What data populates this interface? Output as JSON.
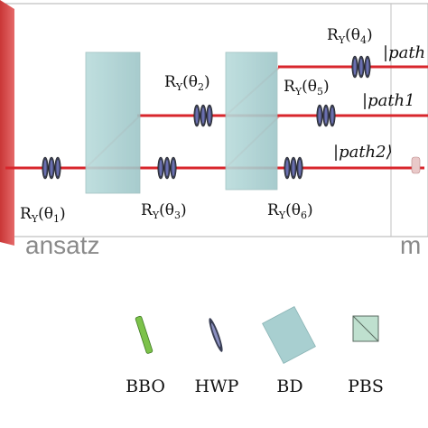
{
  "diagram": {
    "section_labels": {
      "ansatz": "ansatz",
      "next_cut": "m"
    },
    "rotations": {
      "theta1": "R",
      "theta1_sub": "Y",
      "theta1_arg": "(θ",
      "theta1_idx": "1",
      "theta1_close": ")",
      "theta2_idx": "2",
      "theta3_idx": "3",
      "theta4_idx": "4",
      "theta5_idx": "5",
      "theta6_idx": "6"
    },
    "paths": {
      "path_top": "|path",
      "path_mid": "|path1",
      "path_low": "|path2⟩"
    }
  },
  "legend": {
    "items": [
      {
        "label": "BBO",
        "icon": "bbo-crystal-icon"
      },
      {
        "label": "HWP",
        "icon": "half-wave-plate-icon"
      },
      {
        "label": "BD",
        "icon": "beam-displacer-icon"
      },
      {
        "label": "PBS",
        "icon": "polarizing-beam-splitter-icon"
      }
    ]
  },
  "colors": {
    "beam": "#d8262c",
    "beam_faint": "#f0a0a0",
    "panel_edge": "#d94a4a",
    "bd_fill": "#a8cfd0",
    "label_gray": "#8a8a8a"
  }
}
